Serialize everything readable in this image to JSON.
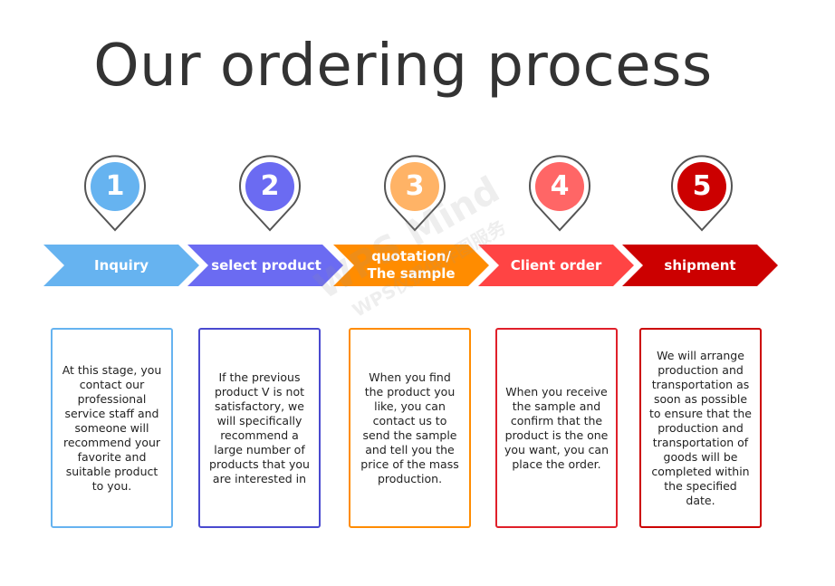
{
  "title": "Our ordering process",
  "watermark": {
    "line1": "WPS Mind",
    "line2": "WPS仅提供作图服务"
  },
  "steps": [
    {
      "number": "1",
      "label": "Inquiry",
      "color": "#66B3F0",
      "description": "At this stage, you contact our professional service staff and someone will recommend your favorite and suitable product to you."
    },
    {
      "number": "2",
      "label": "select product",
      "color": "#6B6BF2",
      "description": "If the previous product V is not satisfactory, we will specifically recommend a large number of products that you are interested in"
    },
    {
      "number": "3",
      "label": "quotation/ The sample",
      "label_line1": "quotation/",
      "label_line2": "The sample",
      "color": "#FF8C00",
      "pin_color": "#FFB366",
      "description": "When you find the product you like, you can contact us to send the sample and tell you the price of the mass production."
    },
    {
      "number": "4",
      "label": "Client order",
      "color": "#FF4444",
      "pin_color": "#FF6666",
      "description": "When you receive the sample and confirm that the product is the one you want, you can place the order."
    },
    {
      "number": "5",
      "label": "shipment",
      "color": "#CC0000",
      "description": "We will arrange production and transportation as soon as possible to ensure that the production and transportation of goods will be completed within the specified date."
    }
  ]
}
